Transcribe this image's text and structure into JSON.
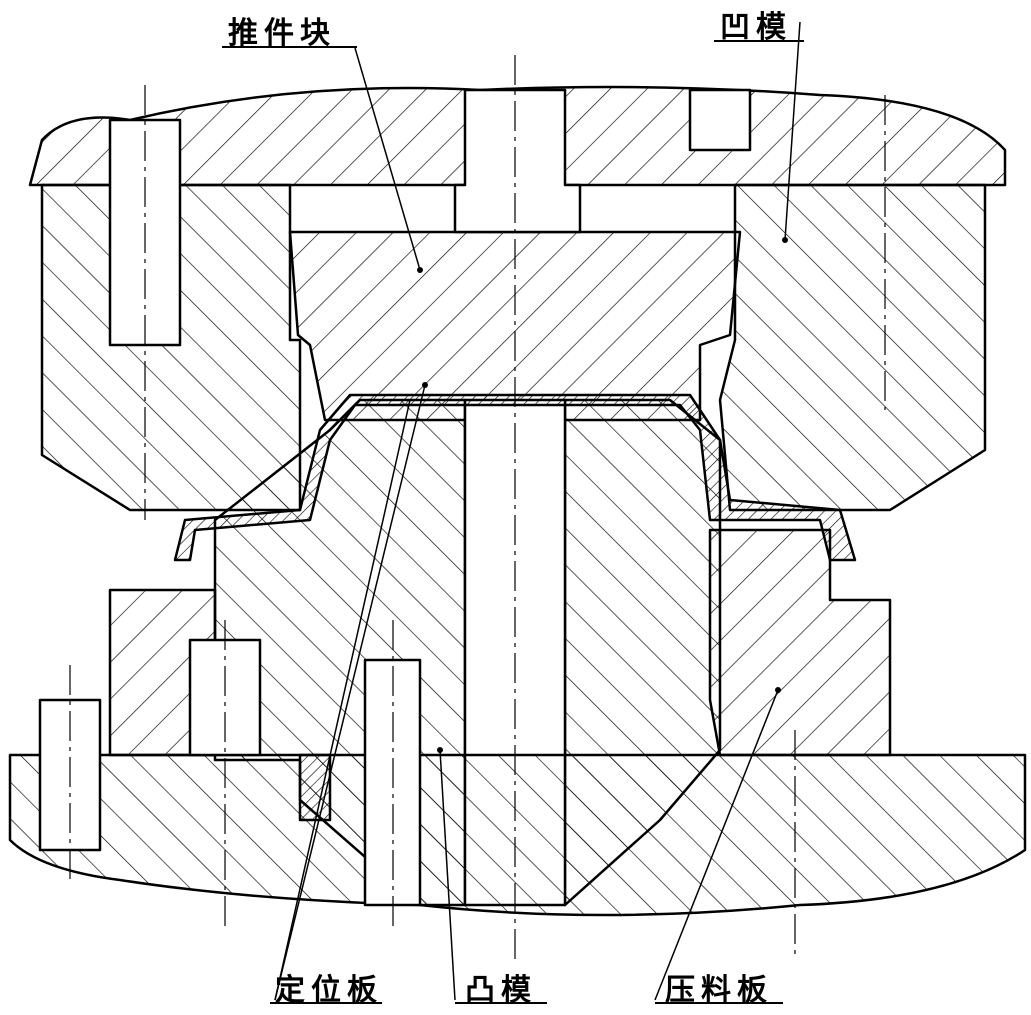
{
  "labels": {
    "push_block": "推件块",
    "die": "凹模",
    "locating_plate": "定位板",
    "punch": "凸模",
    "pressure_plate": "压料板"
  }
}
